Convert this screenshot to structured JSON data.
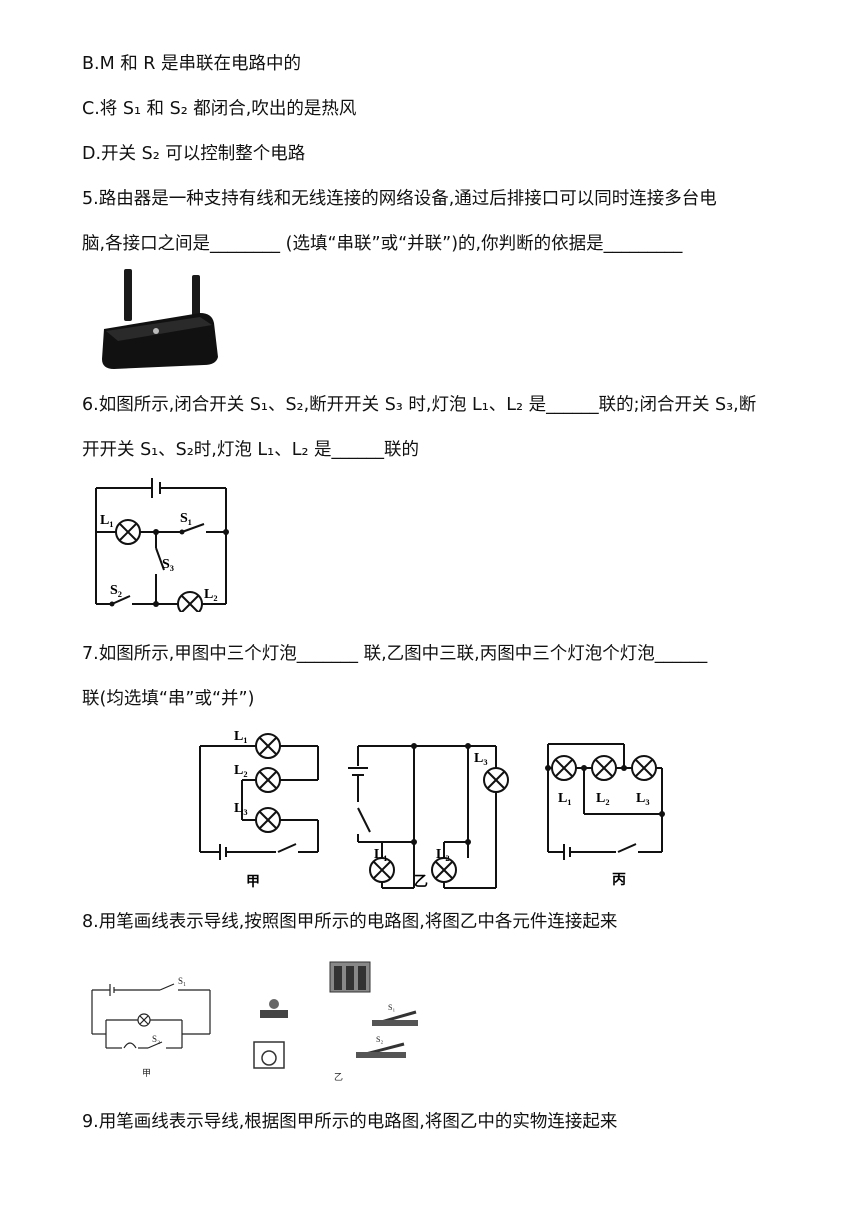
{
  "q4": {
    "optB": "B.M 和 R 是串联在电路中的",
    "optC": "C.将 S₁ 和 S₂ 都闭合,吹出的是热风",
    "optD": "D.开关 S₂ 可以控制整个电路"
  },
  "q5": {
    "line1": "5.路由器是一种支持有线和无线连接的网络设备,通过后排接口可以同时连接多台电",
    "line2": "脑,各接口之间是________ (选填“串联”或“并联”)的,你判断的依据是_________"
  },
  "q6": {
    "line1": "6.如图所示,闭合开关 S₁、S₂,断开开关 S₃ 时,灯泡 L₁、L₂ 是______联的;闭合开关 S₃,断",
    "line2": "开开关 S₁、S₂时,灯泡 L₁、L₂ 是______联的",
    "labels": {
      "L1": "L₁",
      "L2": "L₂",
      "S1": "S₁",
      "S2": "S₂",
      "S3": "S₃"
    }
  },
  "q7": {
    "line1": "7.如图所示,甲图中三个灯泡_______  联,乙图中三联,丙图中三个灯泡个灯泡______",
    "line2": "联(均选填“串”或“并”)",
    "labels": {
      "L1": "L₁",
      "L2": "L₂",
      "L3": "L₃",
      "jia": "甲",
      "yi": "乙",
      "bing": "丙"
    }
  },
  "q8": {
    "line1": "8.用笔画线表示导线,按照图甲所示的电路图,将图乙中各元件连接起来",
    "labels": {
      "S1": "S₁",
      "S2": "S₂",
      "jia": "甲",
      "yi": "乙"
    }
  },
  "q9": {
    "line1": "9.用笔画线表示导线,根据图甲所示的电路图,将图乙中的实物连接起来"
  }
}
